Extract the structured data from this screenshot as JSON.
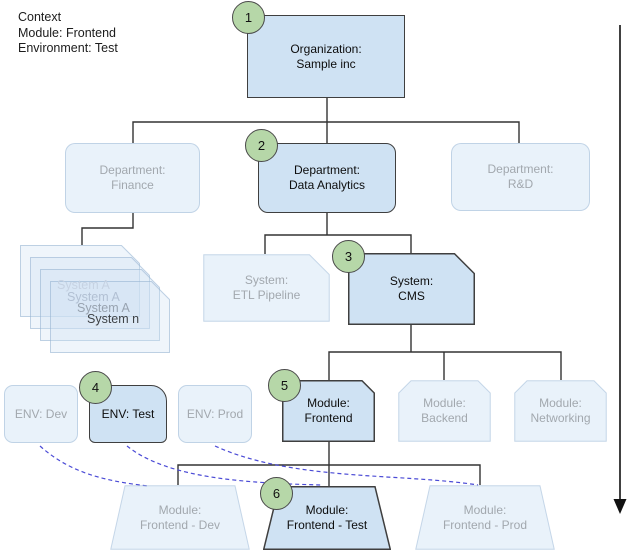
{
  "context": {
    "title": "Context",
    "line1": "Module: Frontend",
    "line2": "Environment: Test"
  },
  "nodes": {
    "org": {
      "line1": "Organization:",
      "line2": "Sample inc",
      "step": "1"
    },
    "finance": {
      "line1": "Department:",
      "line2": "Finance"
    },
    "data_analytics": {
      "line1": "Department:",
      "line2": "Data Analytics",
      "step": "2"
    },
    "rnd": {
      "line1": "Department:",
      "line2": "R&D"
    },
    "system_stack": {
      "line1": "System A",
      "line2": "System A",
      "line3": "System A",
      "line4": "System n"
    },
    "etl": {
      "line1": "System:",
      "line2": "ETL Pipeline"
    },
    "cms": {
      "line1": "System:",
      "line2": "CMS",
      "step": "3"
    },
    "env_dev": {
      "label": "ENV: Dev"
    },
    "env_test": {
      "label": "ENV: Test",
      "step": "4"
    },
    "env_prod": {
      "label": "ENV: Prod"
    },
    "mod_frontend": {
      "line1": "Module:",
      "line2": "Frontend",
      "step": "5"
    },
    "mod_backend": {
      "line1": "Module:",
      "line2": "Backend"
    },
    "mod_networking": {
      "line1": "Module:",
      "line2": "Networking"
    },
    "dep_dev": {
      "line1": "Module:",
      "line2": "Frontend - Dev"
    },
    "dep_test": {
      "line1": "Module:",
      "line2": "Frontend - Test",
      "step": "6"
    },
    "dep_prod": {
      "line1": "Module:",
      "line2": "Frontend - Prod"
    }
  },
  "icons": {
    "timeline_arrow": "arrow-down"
  },
  "colors": {
    "active_fill": "#cfe2f3",
    "active_border": "#3f3f3f",
    "faded_fill": "rgba(207,226,243,0.45)",
    "faded_border": "rgba(159,186,215,0.55)",
    "step_fill": "#b6d7a8",
    "dashed_link": "#4b4bd6",
    "connector": "#333333"
  }
}
